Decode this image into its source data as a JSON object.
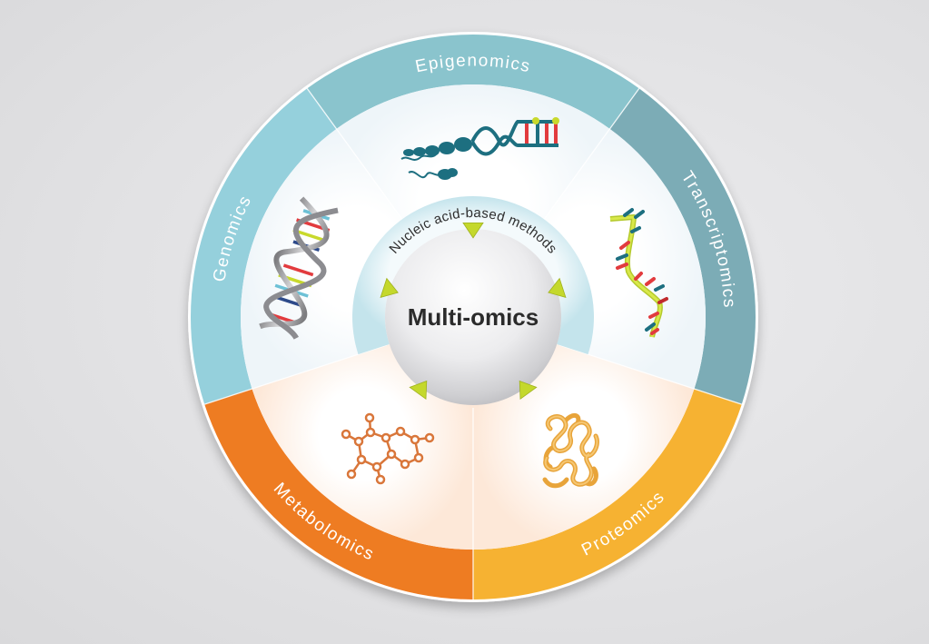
{
  "diagram": {
    "title": "Multi-omics",
    "inner_ring_label": "Nucleic acid-based methods",
    "sectors": [
      {
        "label": "Transcriptomics",
        "color": "#7bacb6",
        "icon": "rna-strand-icon",
        "tint": "#eef5f8"
      },
      {
        "label": "Proteomics",
        "color": "#f6b232",
        "icon": "protein-fold-icon",
        "tint": "#fdf1e6"
      },
      {
        "label": "Metabolomics",
        "color": "#ee7b24",
        "icon": "molecule-structure-icon",
        "tint": "#fdeee3"
      },
      {
        "label": "Genomics",
        "color": "#95d0dc",
        "icon": "dna-double-helix-icon",
        "tint": "#f2f8fb"
      },
      {
        "label": "Epigenomics",
        "color": "#8ac4cd",
        "icon": "chromatin-dna-icon",
        "tint": "#f2f8fb"
      }
    ],
    "colors": {
      "background": "#dedee0",
      "inner_ring": "#cfe9f0",
      "arrow": "#c4d82c",
      "center_sphere": "#e4e4e6"
    }
  }
}
